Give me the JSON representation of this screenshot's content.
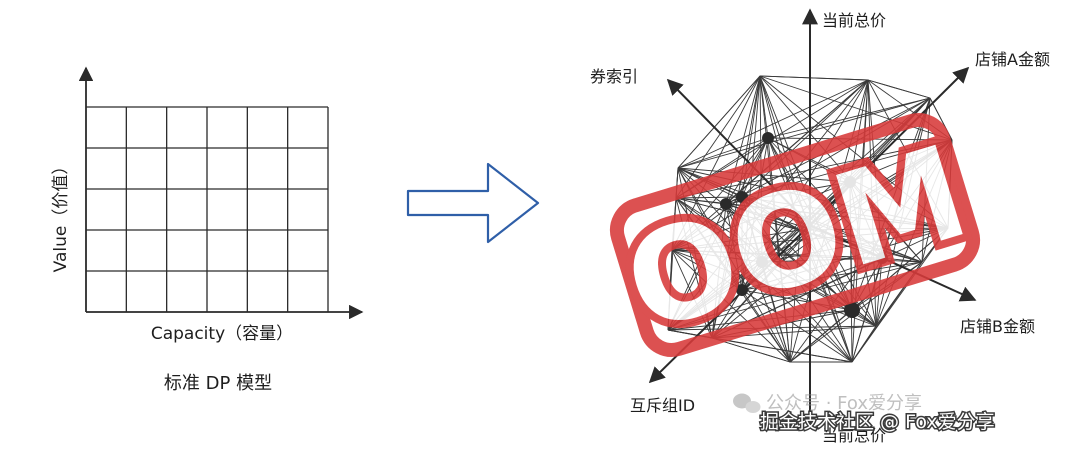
{
  "left_diagram": {
    "y_axis_label": "Value（价值）",
    "x_axis_label": "Capacity（容量）",
    "caption": "标准 DP 模型",
    "grid_rows": 5,
    "grid_cols": 6
  },
  "right_diagram": {
    "axes": {
      "top": "当前总价",
      "bottom": "当前总价",
      "upper_left": "券索引",
      "upper_right": "店铺A金额",
      "lower_right": "店铺B金额",
      "lower_left": "互斥组ID"
    },
    "stamp_text": "OOM"
  },
  "watermarks": {
    "wechat": "公众号 · Fox爱分享",
    "juejin": "掘金技术社区 @ Fox爱分享"
  },
  "colors": {
    "stroke": "#2a2a2a",
    "arrow_blue": "#2f5fa8",
    "stamp_red": "#d83a3a"
  }
}
